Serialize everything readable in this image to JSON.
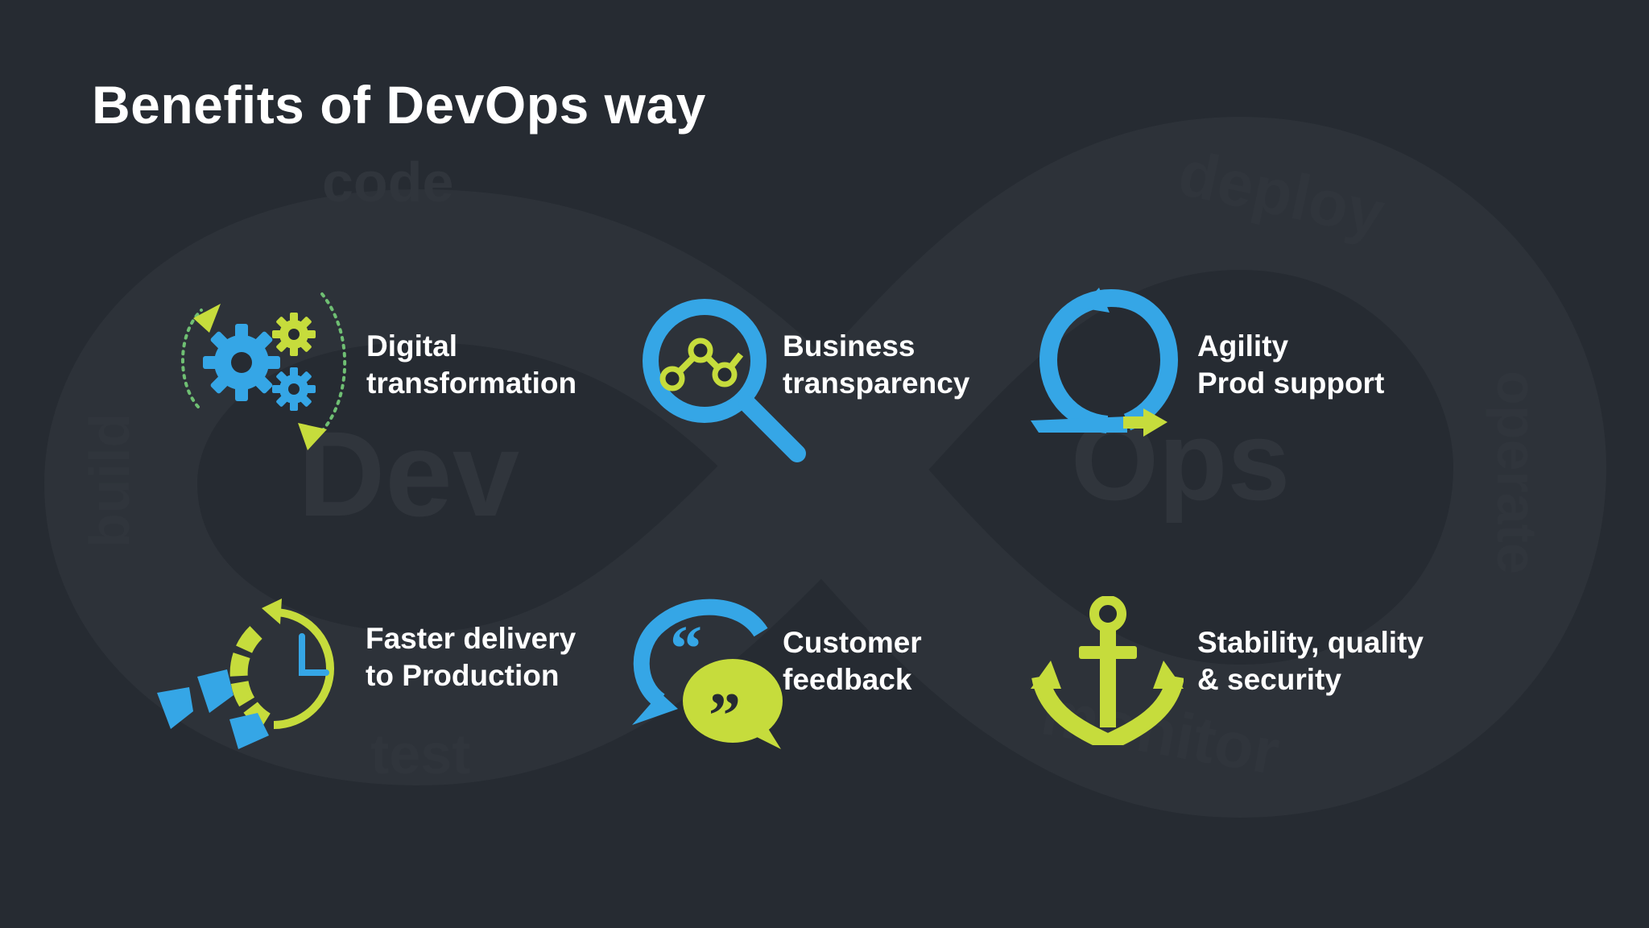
{
  "slide": {
    "title": "Benefits of DevOps way",
    "colors": {
      "background": "#262b32",
      "blue": "#35a6e6",
      "green": "#c6dc3c",
      "text": "#ffffff"
    },
    "background_words": [
      "code",
      "build",
      "test",
      "Dev",
      "deploy",
      "Ops",
      "operate",
      "monitor"
    ]
  },
  "benefits": [
    {
      "icon": "gears-cycle-icon",
      "line1": "Digital",
      "line2": "transformation"
    },
    {
      "icon": "magnifier-chart-icon",
      "line1": "Business",
      "line2": "transparency"
    },
    {
      "icon": "circular-arrow-icon",
      "line1": "Agility",
      "line2": "Prod support"
    },
    {
      "icon": "clock-speed-icon",
      "line1": "Faster delivery",
      "line2": "to Production"
    },
    {
      "icon": "speech-quotes-icon",
      "line1": "Customer",
      "line2": "feedback"
    },
    {
      "icon": "anchor-icon",
      "line1": "Stability, quality",
      "line2": "& security"
    }
  ]
}
